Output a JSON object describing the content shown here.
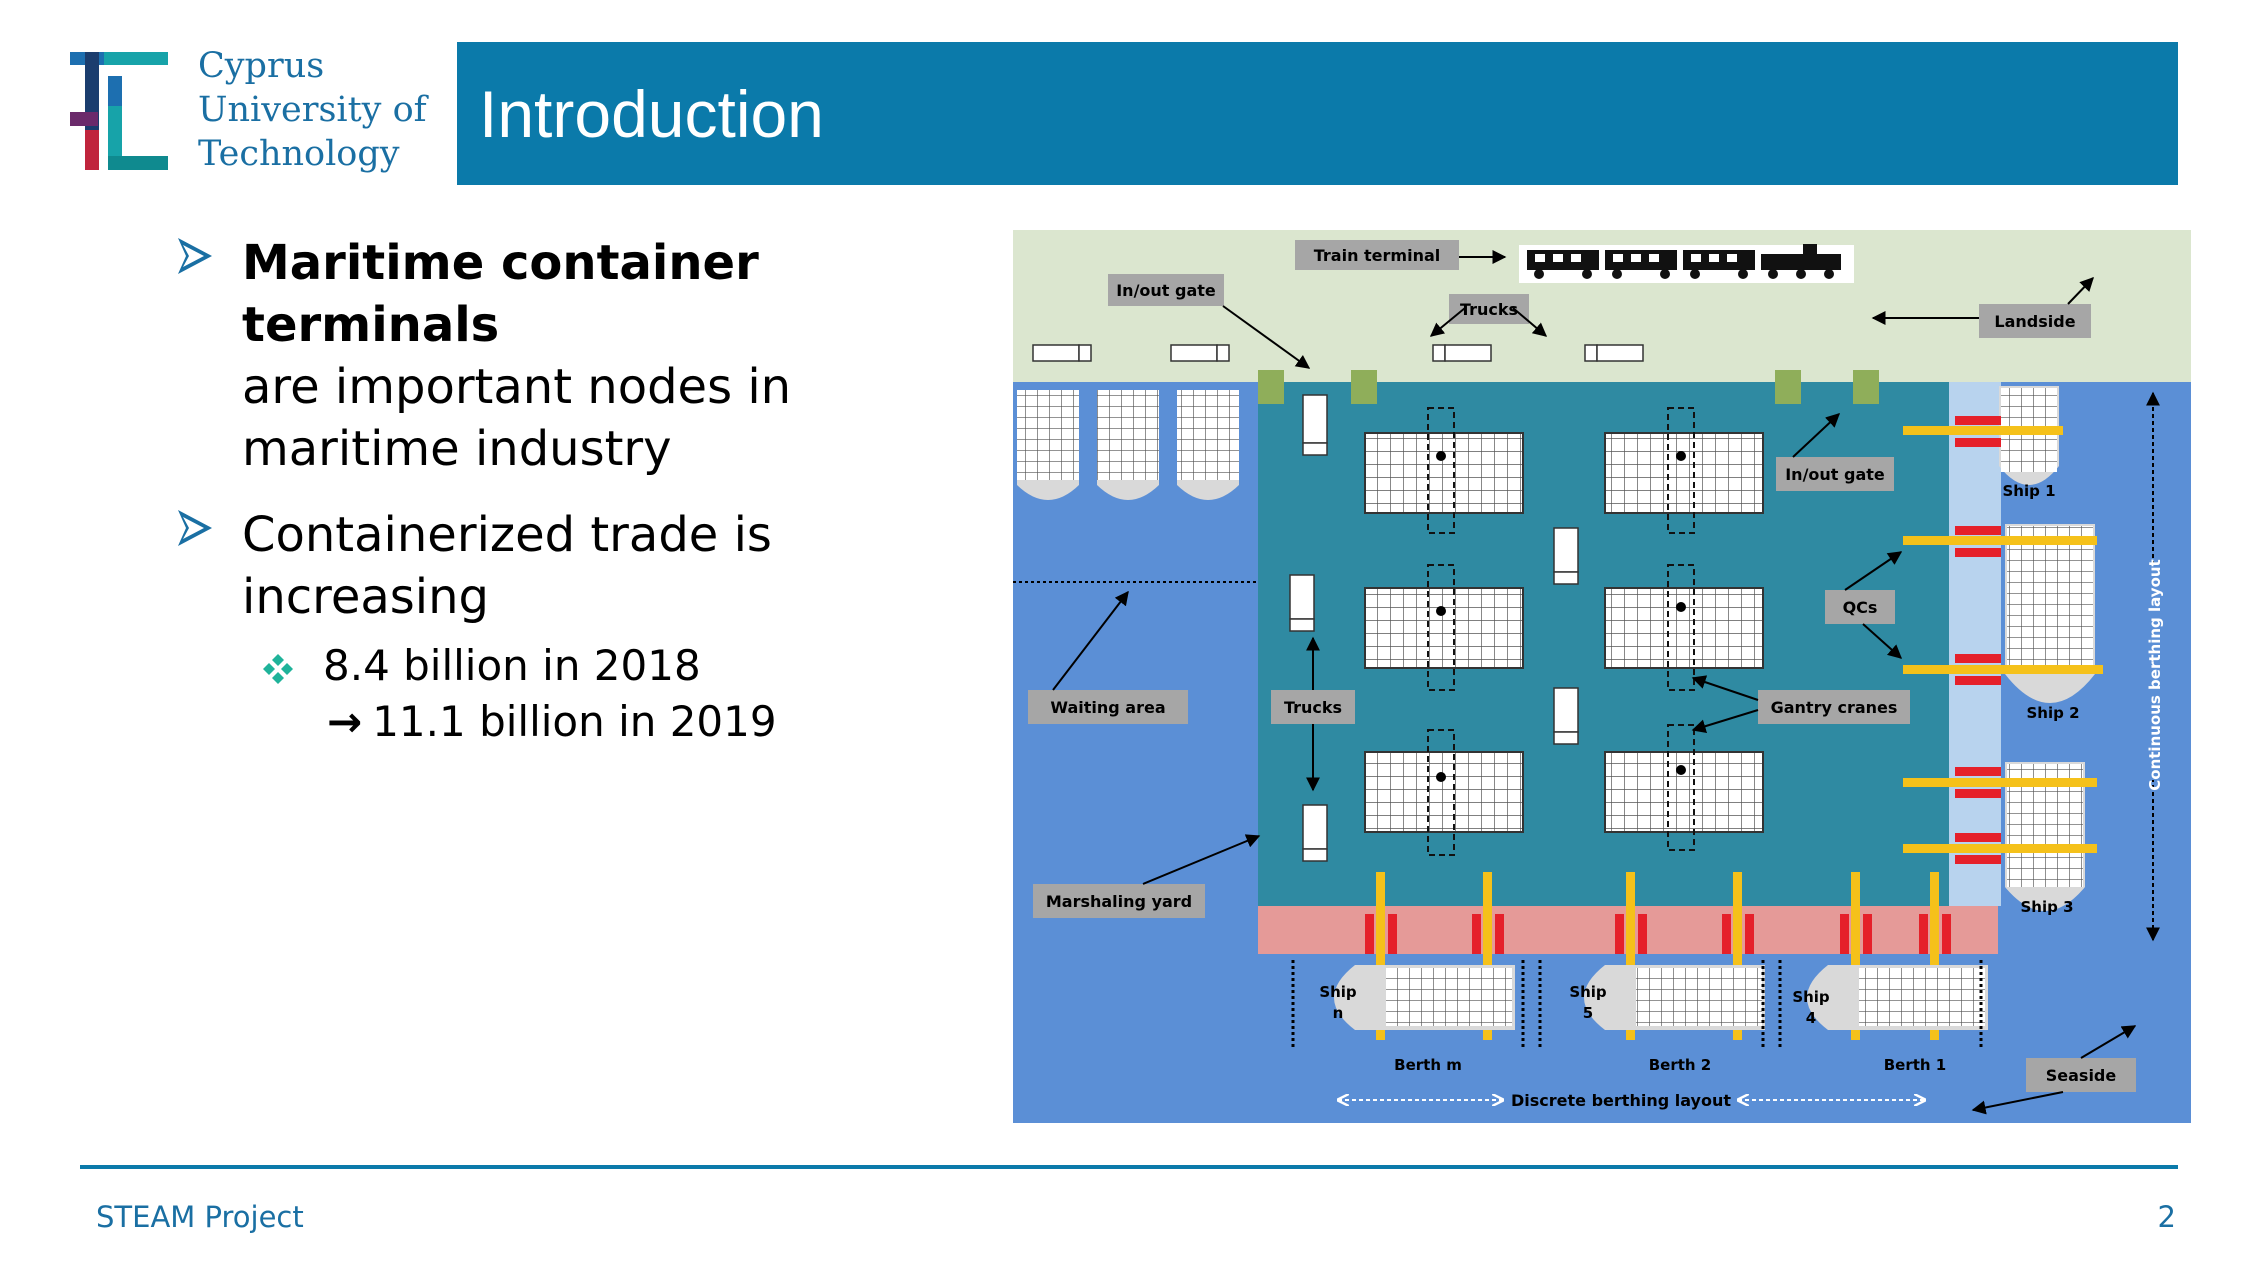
{
  "logo": {
    "lines": [
      "Cyprus",
      "University of",
      "Technology"
    ]
  },
  "title": "Introduction",
  "bullets": {
    "first_bold": "Maritime container terminals",
    "first_rest": "are important nodes in maritime industry",
    "second": "Containerized trade is increasing",
    "sub_line1": "8.4 billion in 2018",
    "sub_line2": "11.1 billion in 2019",
    "sub_arrow": "→"
  },
  "diagram": {
    "train_terminal": "Train terminal",
    "in_out_gate_top": "In/out gate",
    "trucks_top": "Trucks",
    "landside": "Landside",
    "in_out_gate_right": "In/out gate",
    "qcs": "QCs",
    "waiting_area": "Waiting area",
    "trucks_mid": "Trucks",
    "gantry_cranes": "Gantry cranes",
    "marshaling_yard": "Marshaling yard",
    "ship_1": "Ship 1",
    "ship_2": "Ship 2",
    "ship_3": "Ship 3",
    "ship_n": [
      "Ship",
      "n"
    ],
    "ship_5": [
      "Ship",
      "5"
    ],
    "ship_4": [
      "Ship",
      "4"
    ],
    "berth_m": "Berth m",
    "berth_2": "Berth 2",
    "berth_1": "Berth 1",
    "seaside": "Seaside",
    "discrete": "Discrete berthing layout",
    "continuous": "Continuous berthing layout"
  },
  "footer": {
    "left": "STEAM Project",
    "page": "2"
  },
  "colors": {
    "brand": "#0b7aaa",
    "landside": "#dbe6cf",
    "sea": "#5b8fd6",
    "yard": "#2f8aa2",
    "quay": "#e59a98",
    "crane": "#f5c11a",
    "crane_red": "#e5202a",
    "label_bg": "#a6a6a6"
  }
}
